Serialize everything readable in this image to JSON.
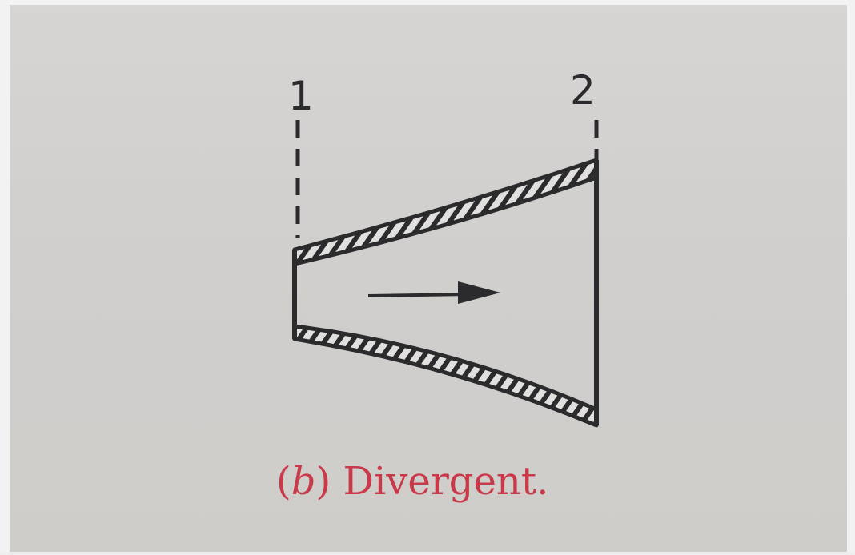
{
  "diagram": {
    "section_label_1": "1",
    "section_label_2": "2",
    "caption_open": "(",
    "caption_letter": "b",
    "caption_close": ")",
    "caption_text": " Divergent."
  },
  "colors": {
    "ink": "#2b2a2c",
    "caption": "#c83a4a",
    "paper": "#d4d2d0"
  }
}
